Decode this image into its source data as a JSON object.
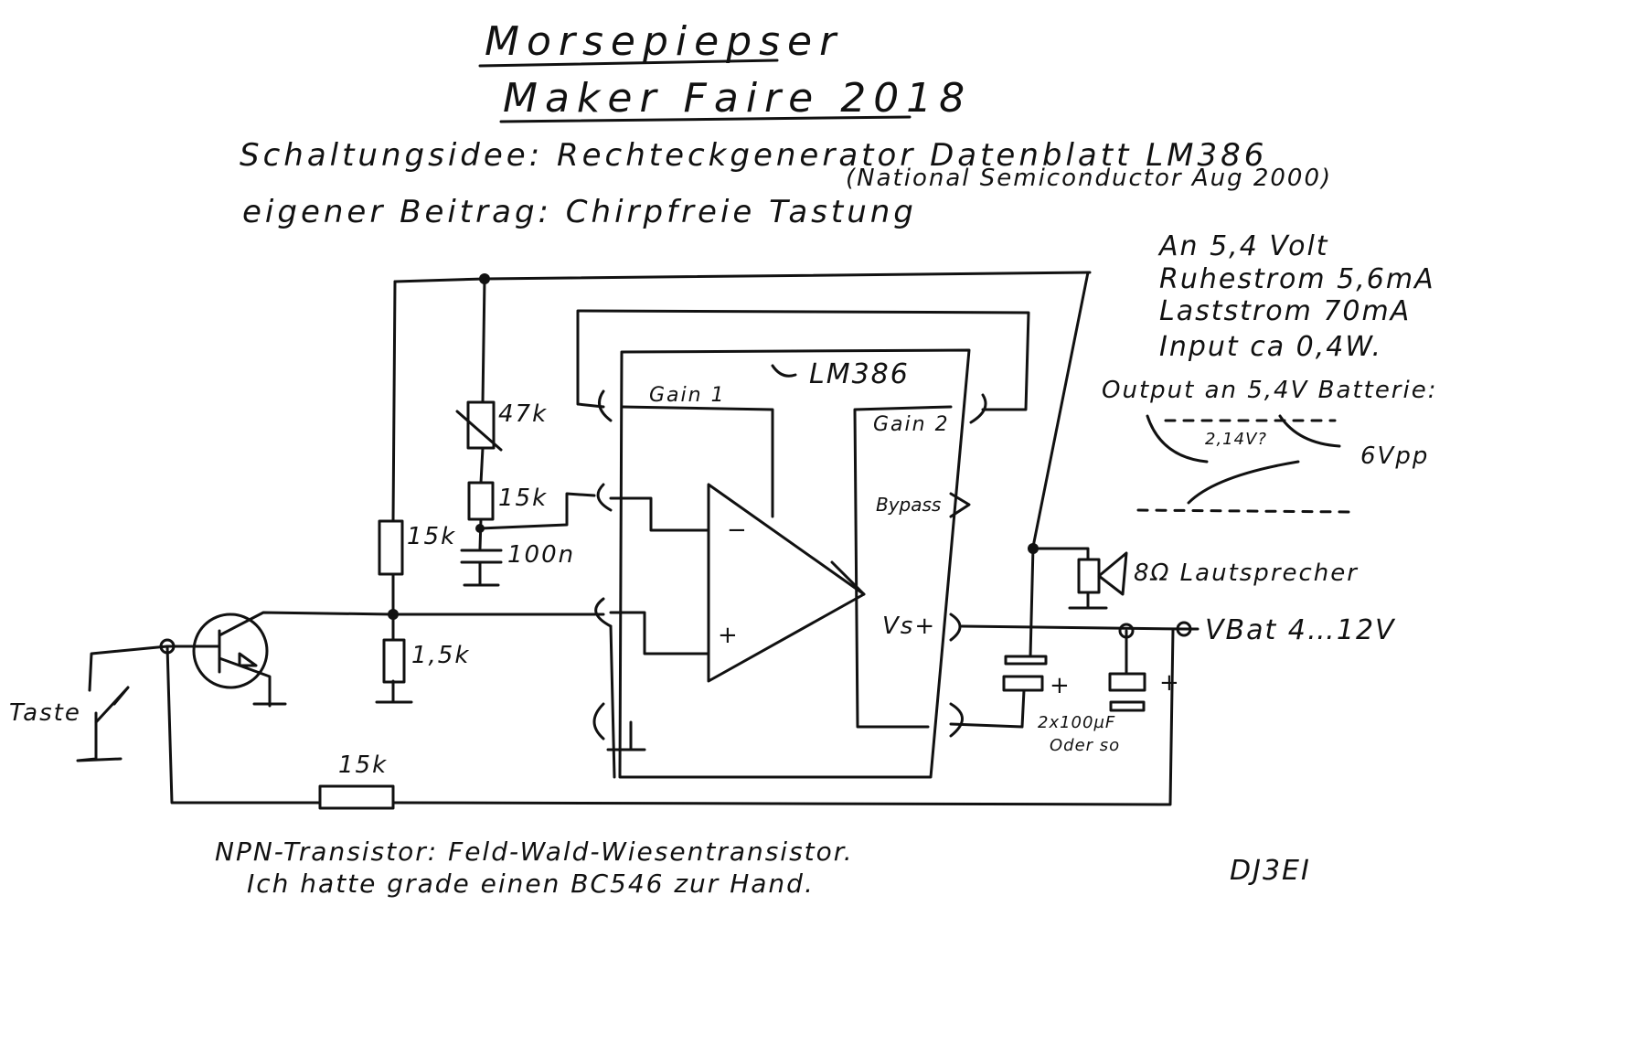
{
  "title": "Morsepiepser",
  "subtitle": "Maker Faire 2018",
  "idea": "Schaltungsidee: Rechteckgenerator Datenblatt LM386",
  "source": "(National Semiconductor Aug 2000)",
  "contribution": "eigener Beitrag: Chirpfreie Tastung",
  "notes": {
    "supply": "An 5,4 Volt",
    "quiescent": "Ruhestrom 5,6mA",
    "load": "Laststrom 70mA",
    "input": "Input ca 0,4W.",
    "output": "Output an 5,4V Batterie:",
    "level": "2,14V?",
    "vpp": "6Vpp"
  },
  "schematic": {
    "ic": "LM386",
    "gain1": "Gain 1",
    "gain2": "Gain 2",
    "bypass": "Bypass",
    "vs": "Vs+",
    "minus": "−",
    "plus": "+",
    "pot": "47k",
    "r1": "15k",
    "r2": "15k",
    "r3": "1,5k",
    "r4": "15k",
    "cap": "100n",
    "speaker": "8Ω Lautsprecher",
    "vbat": "VBat 4…12V",
    "key": "Taste",
    "caps": "2x100µF",
    "caps_alt": "Oder so",
    "cap_plus1": "+",
    "cap_plus2": "+"
  },
  "footer": {
    "line1": "NPN-Transistor: Feld-Wald-Wiesentransistor.",
    "line2": "Ich hatte grade einen BC546 zur Hand.",
    "callsign": "DJ3EI"
  }
}
